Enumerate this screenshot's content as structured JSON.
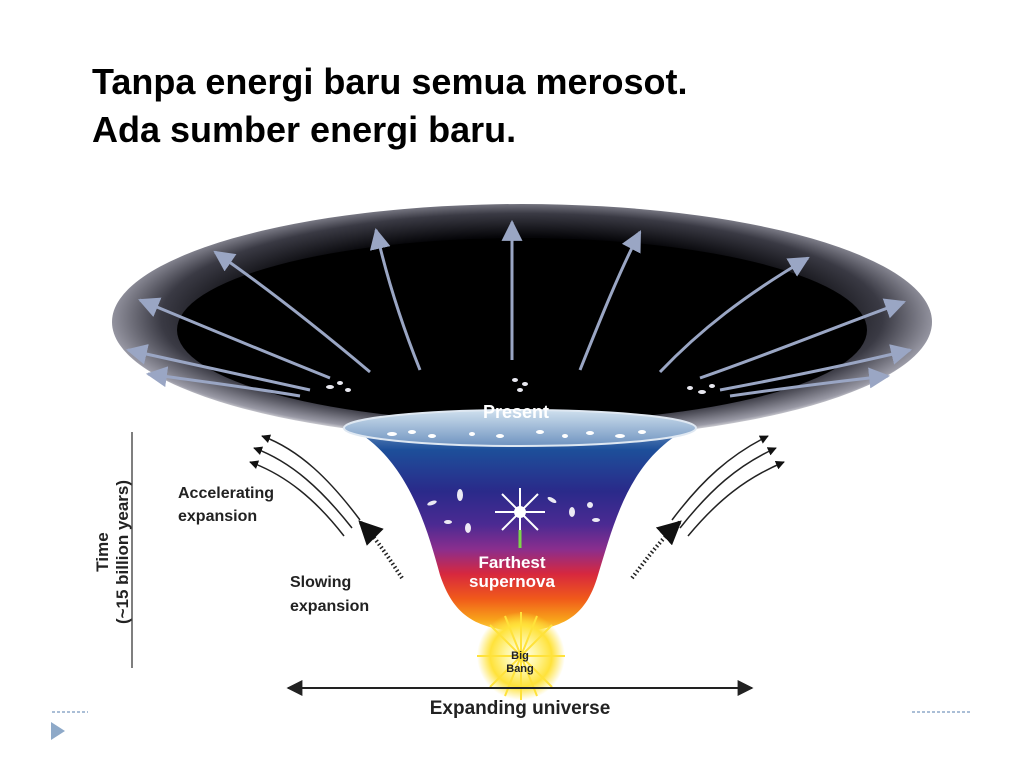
{
  "slide": {
    "title_line1": "Tanpa energi baru semua merosot.",
    "title_line2": "Ada sumber energi baru."
  },
  "diagram": {
    "present": "Present",
    "accelerating_line1": "Accelerating",
    "accelerating_line2": "expansion",
    "slowing_line1": "Slowing",
    "slowing_line2": "expansion",
    "farthest_line1": "Farthest",
    "farthest_line2": "supernova",
    "big_bang_line1": "Big",
    "big_bang_line2": "Bang",
    "time_line1": "Time",
    "time_line2": "(~15 billion years)",
    "expanding_universe": "Expanding universe"
  },
  "colors": {
    "accent": "#8ea9c8",
    "arrow": "#9aa6c4"
  },
  "icons": {
    "nav": "triangle-right-icon"
  }
}
